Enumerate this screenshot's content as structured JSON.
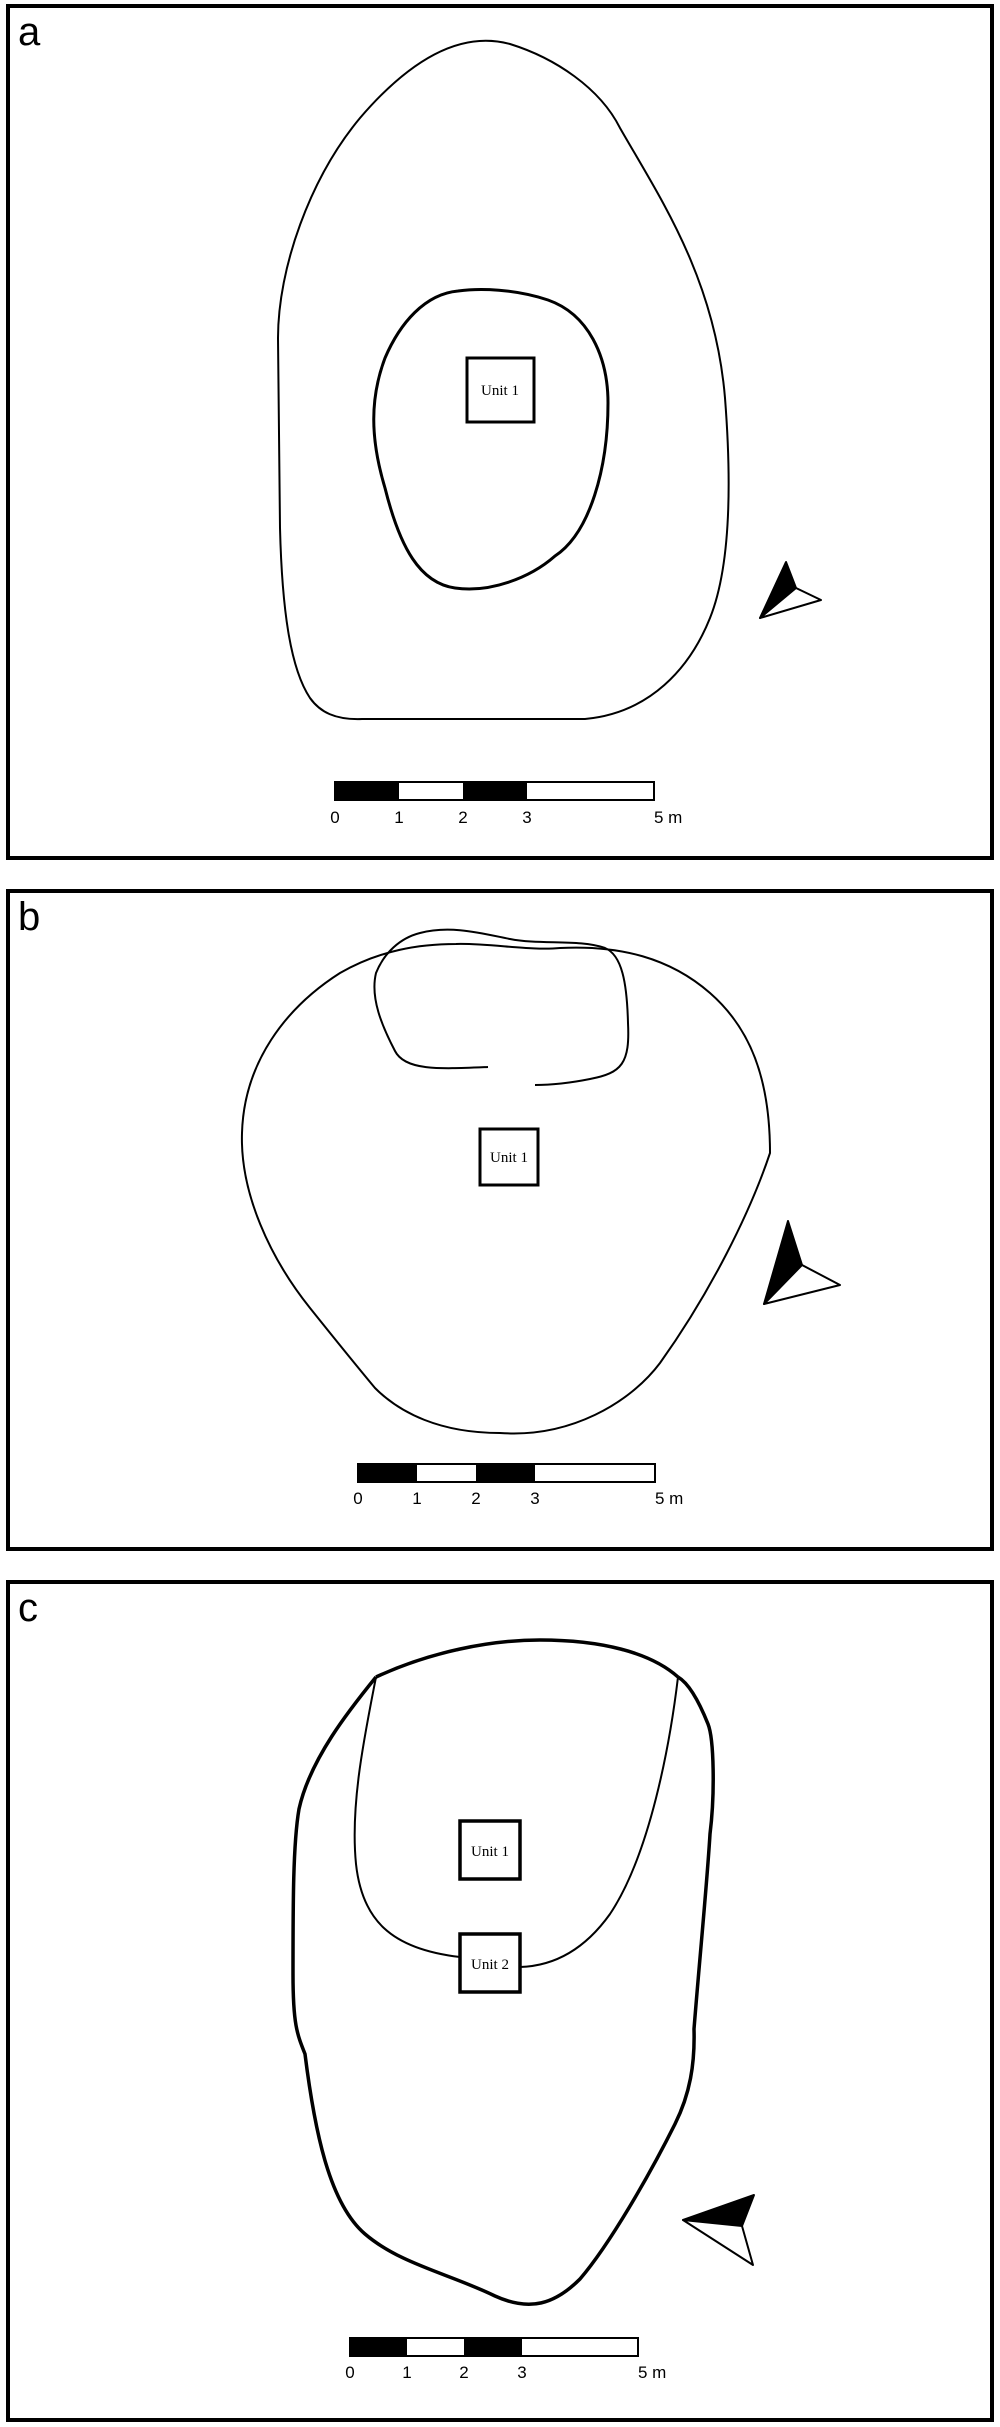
{
  "panels": [
    {
      "letter": "a",
      "units": [
        "Unit 1"
      ],
      "scale": {
        "ticks": [
          "0",
          "1",
          "2",
          "3",
          "5 m"
        ]
      }
    },
    {
      "letter": "b",
      "units": [
        "Unit 1"
      ],
      "scale": {
        "ticks": [
          "0",
          "1",
          "2",
          "3",
          "5 m"
        ]
      }
    },
    {
      "letter": "c",
      "units": [
        "Unit 1",
        "Unit 2"
      ],
      "scale": {
        "ticks": [
          "0",
          "1",
          "2",
          "3",
          "5 m"
        ]
      }
    }
  ],
  "icons": {
    "north_arrow": "north-arrow-icon"
  },
  "colors": {
    "ink": "#000000",
    "paper": "#ffffff"
  }
}
